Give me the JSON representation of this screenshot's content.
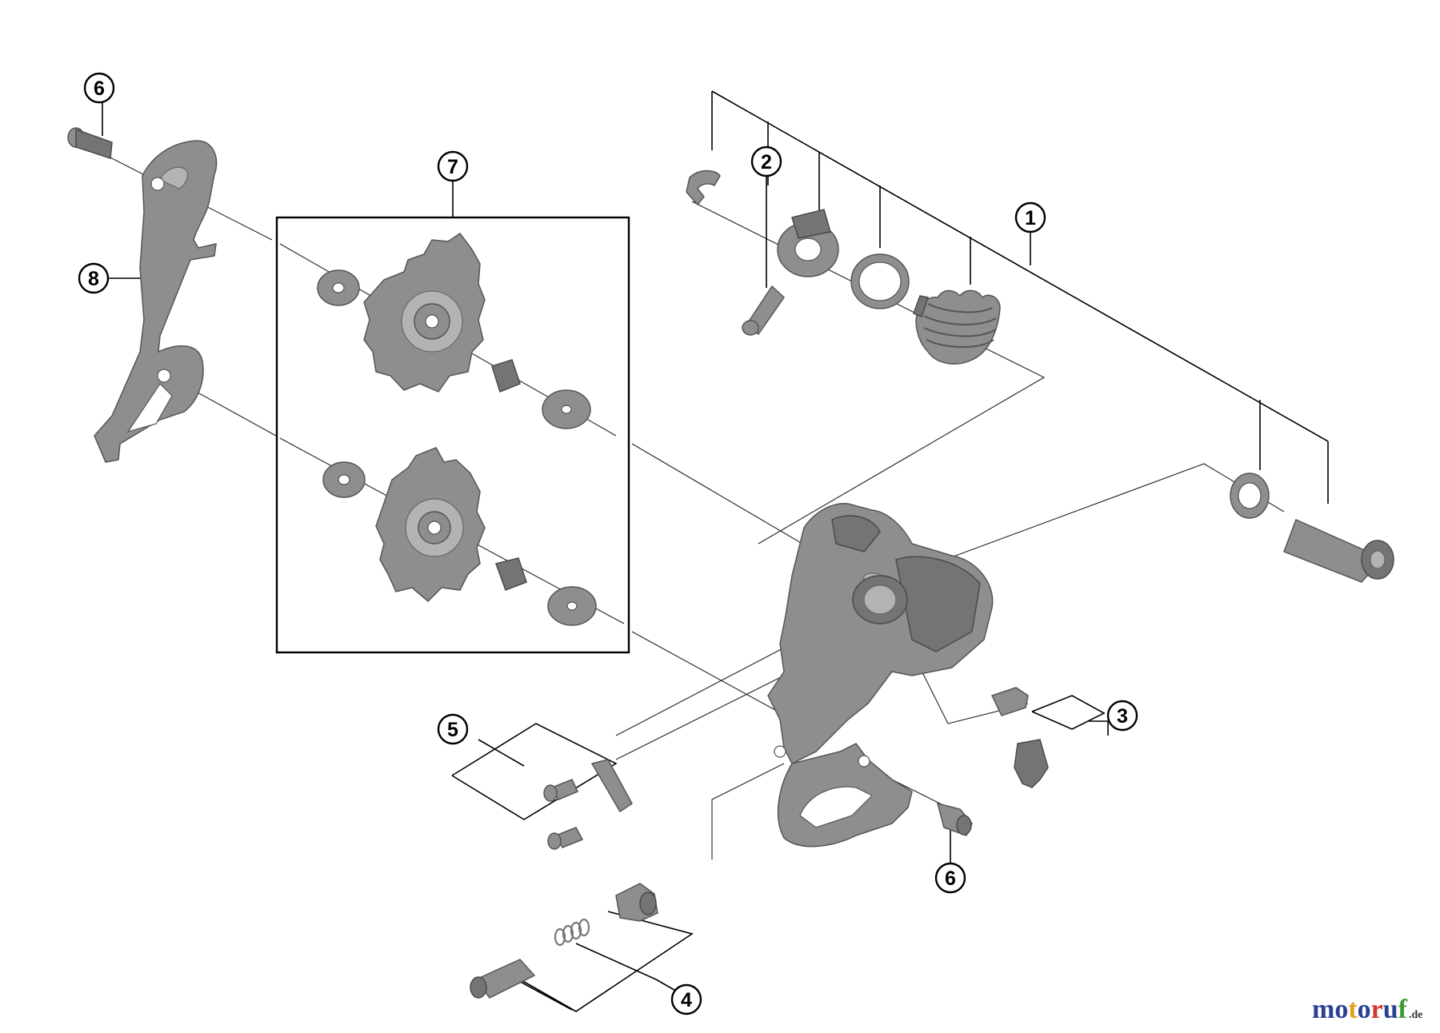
{
  "callouts": {
    "c1": "1",
    "c2": "2",
    "c3": "3",
    "c4": "4",
    "c5": "5",
    "c6a": "6",
    "c6b": "6",
    "c7": "7",
    "c8": "8"
  },
  "brand": {
    "letters": [
      "m",
      "o",
      "t",
      "o",
      "r",
      "u",
      "f"
    ],
    "letter_colors": [
      "#2b3f93",
      "#2b3f93",
      "#e3a21a",
      "#2b3f93",
      "#d6342c",
      "#2b3f93",
      "#3f9a3a"
    ],
    "tld": ".de"
  },
  "colors": {
    "part": "#8e8e8e",
    "line": "#000000"
  }
}
